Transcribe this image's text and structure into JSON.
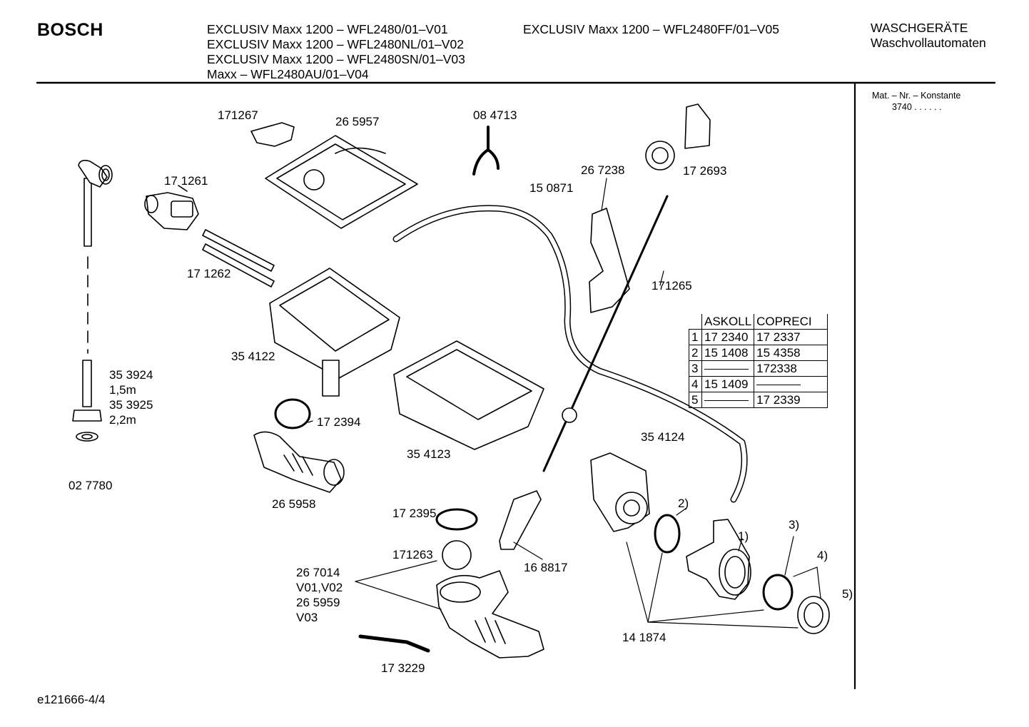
{
  "header": {
    "brand": "BOSCH",
    "models_left": [
      "EXCLUSIV Maxx 1200 – WFL2480/01–V01",
      "EXCLUSIV Maxx 1200 – WFL2480NL/01–V02",
      "EXCLUSIV Maxx 1200 – WFL2480SN/01–V03",
      "Maxx – WFL2480AU/01–V04"
    ],
    "model_right": "EXCLUSIV Maxx 1200 – WFL2480FF/01–V05",
    "category_1": "WASCHGERÄTE",
    "category_2": "Waschvollautomaten"
  },
  "side": {
    "mat_label": "Mat. – Nr. – Konstante",
    "mat_value": "3740   .   .     .   .   .   ."
  },
  "parts": {
    "p171267": "171267",
    "p265957": "26 5957",
    "p084713": "08 4713",
    "p171261": "17 1261",
    "p150871": "15 0871",
    "p267238": "26 7238",
    "p172693": "17 2693",
    "p171262": "17 1262",
    "p171265": "171265",
    "p354122": "35 4122",
    "p353924": "35 3924",
    "p15m": "1,5m",
    "p353925": "35 3925",
    "p22m": "2,2m",
    "p172394": "17 2394",
    "p354123": "35 4123",
    "p354124": "35 4124",
    "p027780": "02 7780",
    "p265958": "26 5958",
    "p172395": "17 2395",
    "p171263": "171263",
    "p168817": "16 8817",
    "p267014": "26 7014",
    "pV01V02": "V01,V02",
    "p265959": "26 5959",
    "pV03": "V03",
    "p173229": "17 3229",
    "p141874": "14 1874",
    "n1": "1)",
    "n2": "2)",
    "n3": "3)",
    "n4": "4)",
    "n5": "5)"
  },
  "variant_table": {
    "headers": [
      "",
      "ASKOLL",
      "COPRECI"
    ],
    "rows": [
      {
        "n": "1",
        "askoll": "17 2340",
        "copreci": "17 2337"
      },
      {
        "n": "2",
        "askoll": "15 1408",
        "copreci": "15 4358"
      },
      {
        "n": "3",
        "askoll": "",
        "copreci": "172338"
      },
      {
        "n": "4",
        "askoll": "15 1409",
        "copreci": ""
      },
      {
        "n": "5",
        "askoll": "",
        "copreci": "17 2339"
      }
    ]
  },
  "footer": {
    "doc_id": "e121666-4/4"
  }
}
